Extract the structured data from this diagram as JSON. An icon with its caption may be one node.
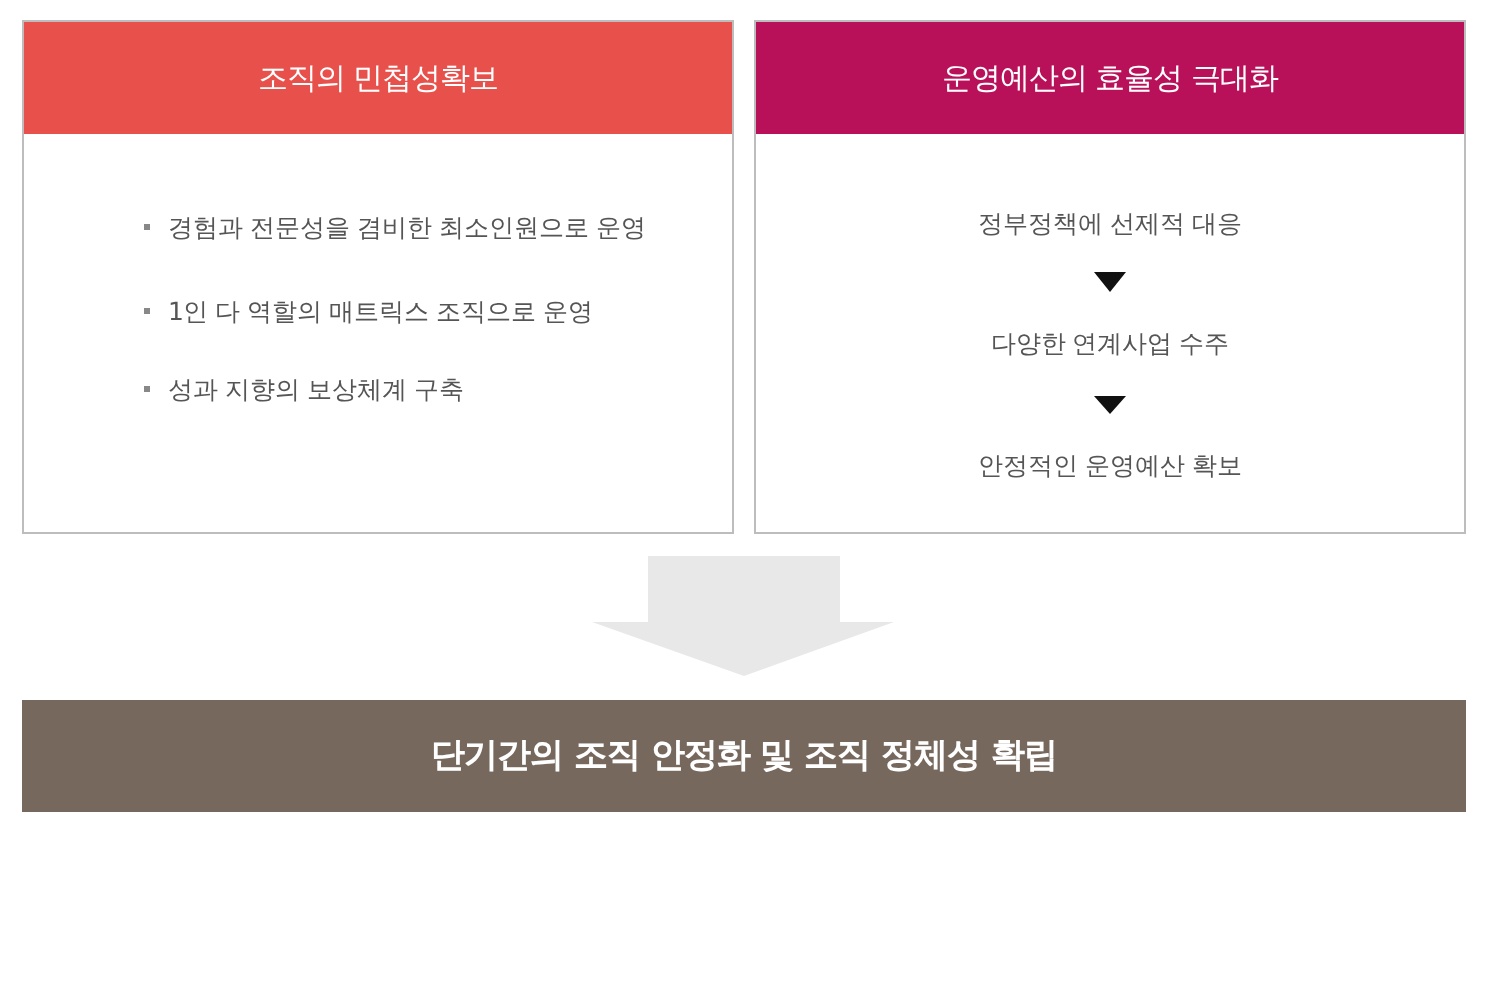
{
  "diagram": {
    "nodes": [
      {
        "text": [
          "조직의 민첩성확보",
          "경험과 전문성을 겸비한 최소인원으로 운영",
          "1인 다 역할의 매트릭스 조직으로 운영",
          "성과 지향의 보상체계 구축"
        ]
      },
      {
        "text": [
          "운영예산의 효율성 극대화"
        ]
      },
      {
        "text": [
          "정부정책에 선제적 대응"
        ],
        "in": 1
      },
      {
        "text": [
          "다양한 연계사업 수주"
        ],
        "in": 1
      },
      {
        "text": [
          "안정적인 운영예산 확보"
        ],
        "in": 1
      },
      {
        "text": [
          "단기간의 조직 안정화 및 조직 정체성 확립"
        ]
      }
    ],
    "edges": [
      {
        "from": 2,
        "to": 3,
        "arrow": "to"
      },
      {
        "from": 3,
        "to": 4,
        "arrow": "to"
      },
      {
        "from": 0,
        "to": 5,
        "arrow": "to"
      },
      {
        "from": 1,
        "to": 5,
        "arrow": "to"
      }
    ]
  }
}
